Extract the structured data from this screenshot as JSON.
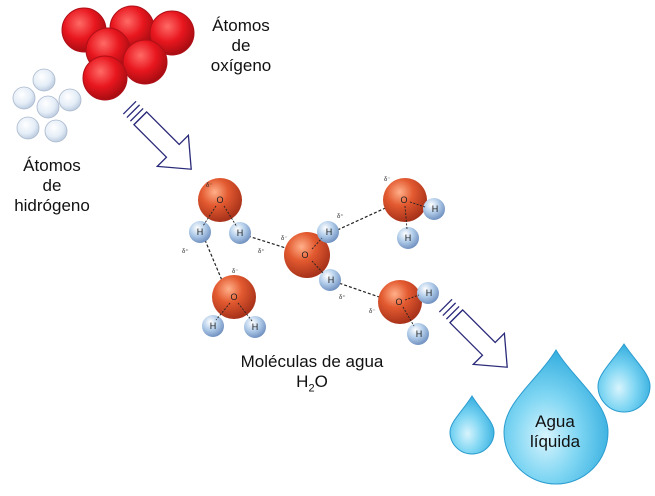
{
  "labels": {
    "oxygen": [
      "Átomos",
      "de",
      "oxígeno"
    ],
    "hydrogen": [
      "Átomos",
      "de",
      "hidrógeno"
    ],
    "molecules": "Moléculas de agua",
    "formula": {
      "base": "H",
      "sub": "2",
      "tail": "O"
    },
    "liquid": [
      "Agua",
      "líquida"
    ]
  },
  "atoms": {
    "oxygen": "O",
    "hydrogen": "H"
  },
  "charges": {
    "neg": "δ⁻",
    "pos": "δ⁺"
  },
  "colors": {
    "oxygen_atom": "#e8161e",
    "oxygen_molecule": "#e0552e",
    "hydrogen_atom": "#dde8f4",
    "hydrogen_molecule": "#a6c4e6",
    "water": "#4ec4ec",
    "arrow": "#2a2a7a",
    "bond": "#222222"
  }
}
